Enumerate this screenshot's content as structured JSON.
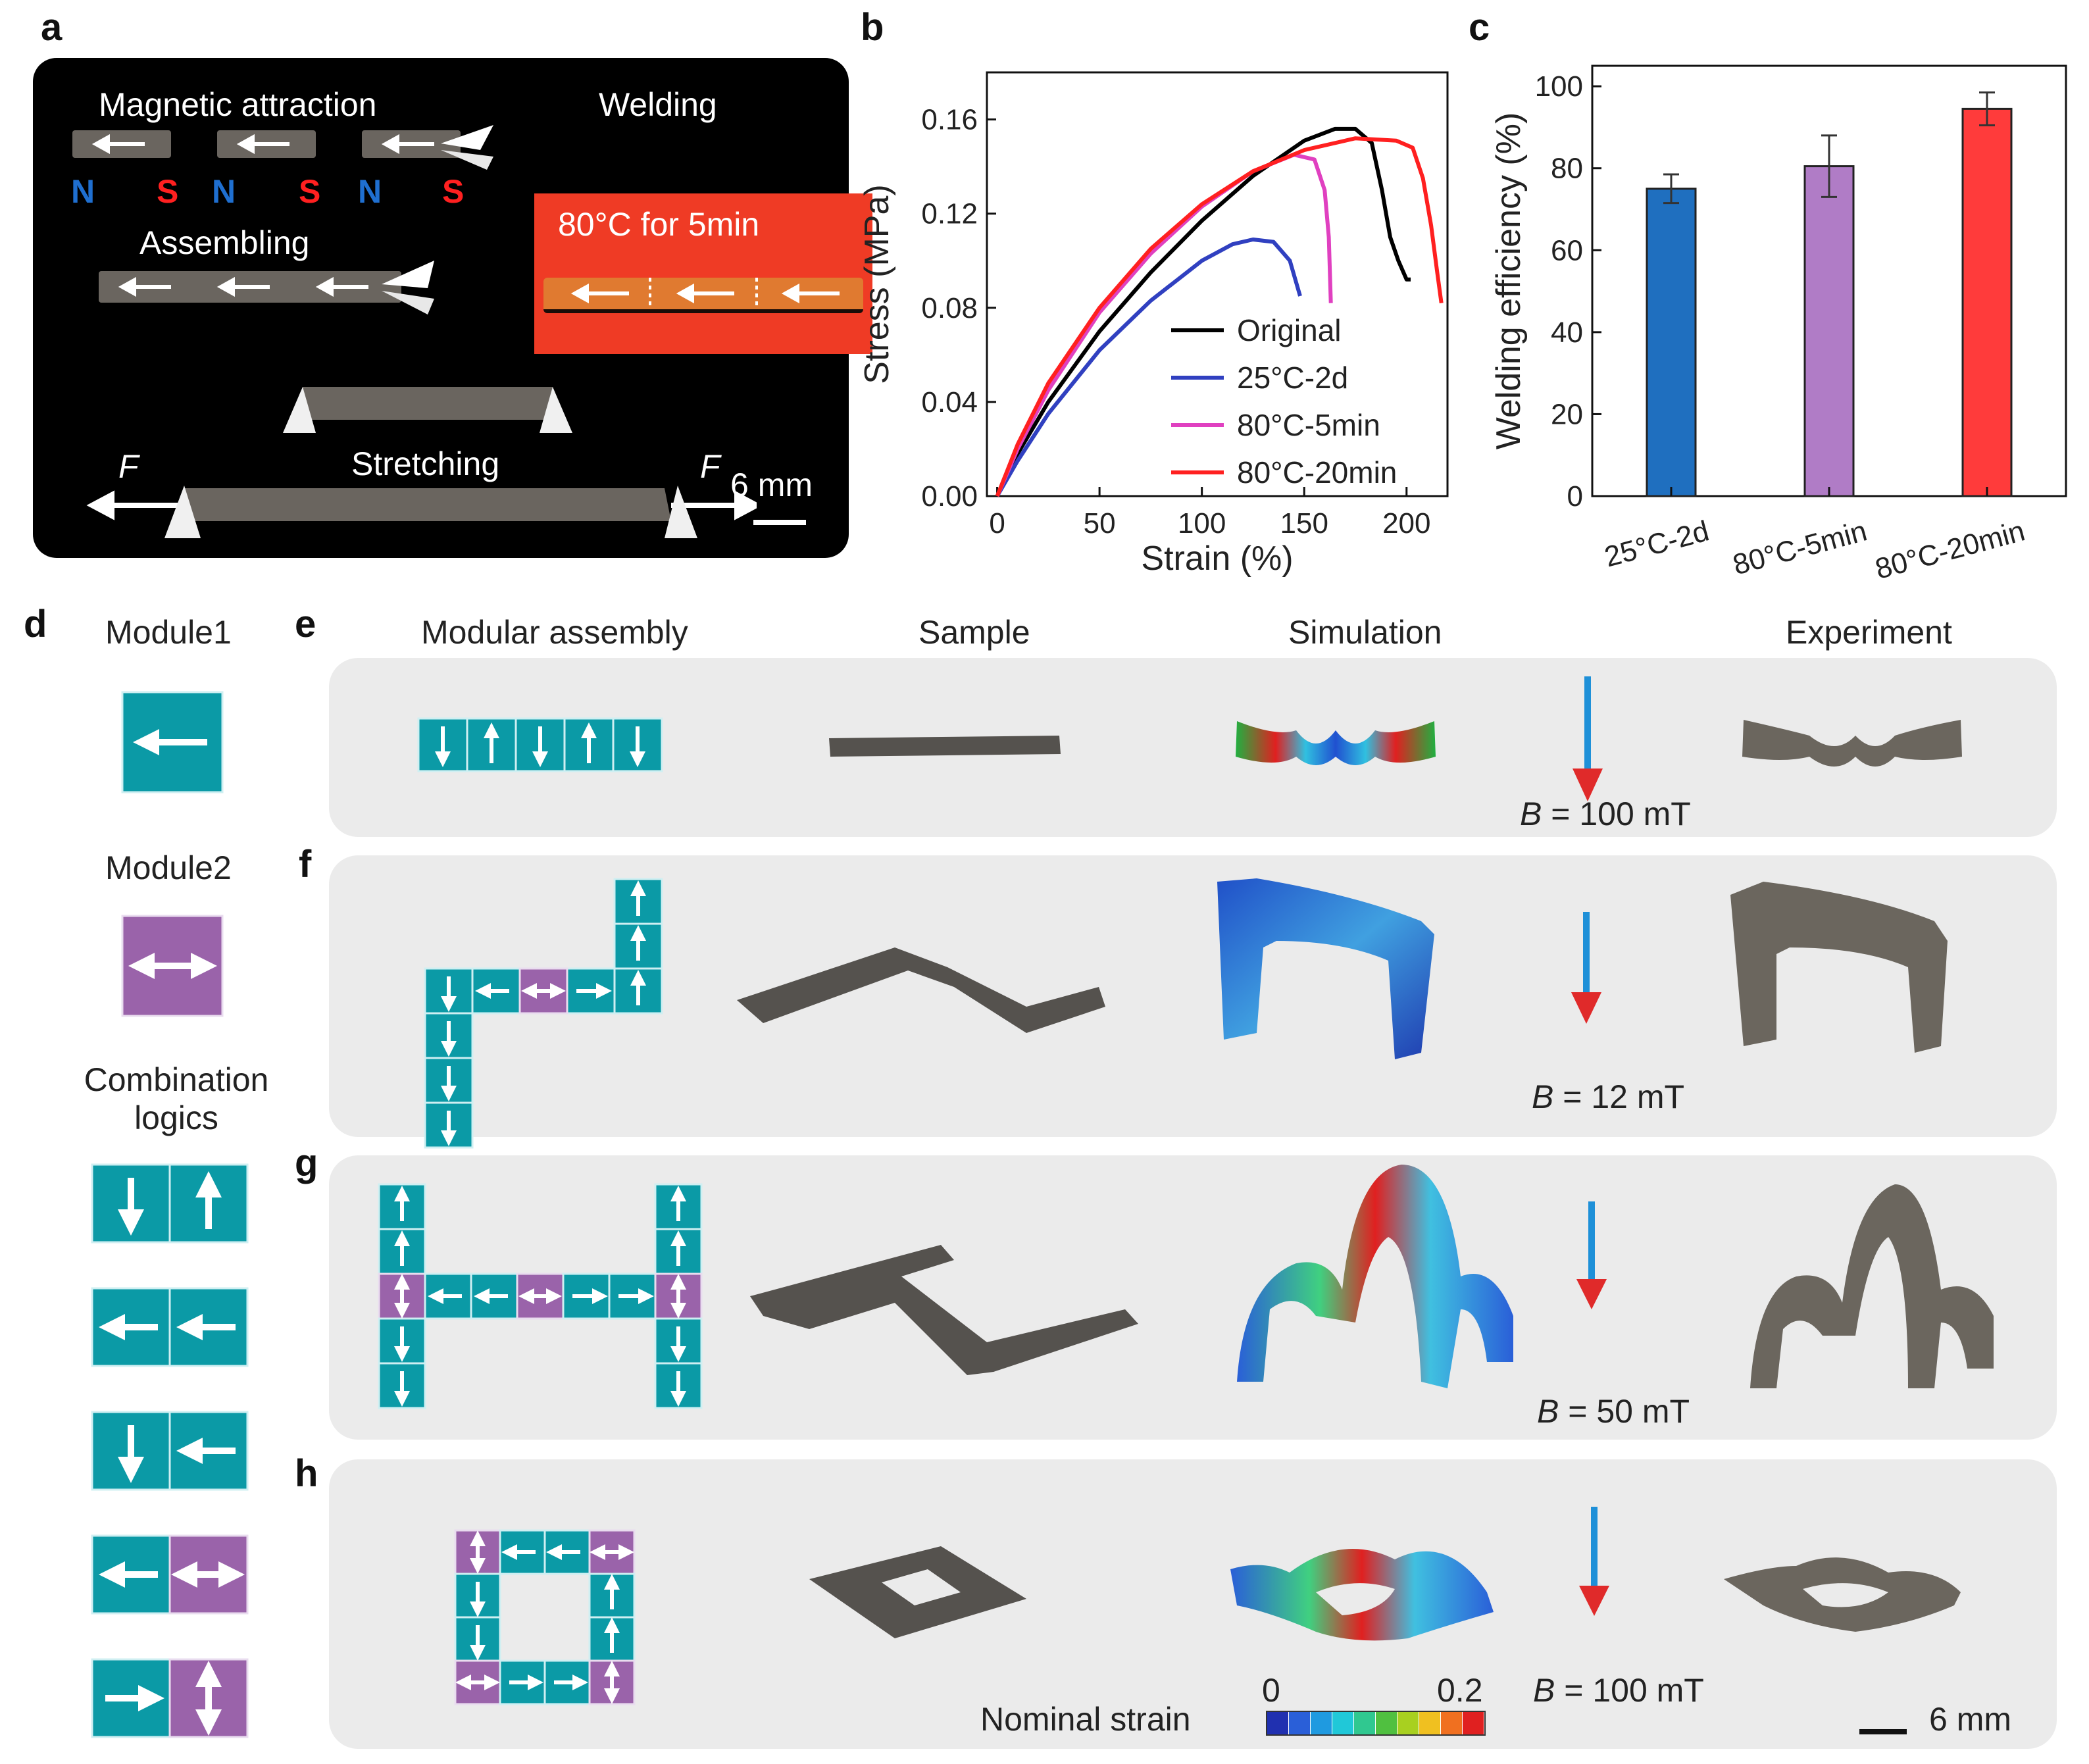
{
  "panel_labels": {
    "a": "a",
    "b": "b",
    "c": "c",
    "d": "d",
    "e": "e",
    "f": "f",
    "g": "g",
    "h": "h"
  },
  "panel_a": {
    "magnetic_attraction": "Magnetic attraction",
    "welding": "Welding",
    "weld_condition": "80°C for 5min",
    "assembling": "Assembling",
    "stretching": "Stretching",
    "force_left": "F",
    "force_right": "F",
    "scale": "6 mm",
    "poles": [
      "N",
      "S",
      "N",
      "S",
      "N",
      "S"
    ],
    "colors": {
      "north": "#1f6fd0",
      "south": "#ff2020",
      "weld_bg": "#ef3b25"
    }
  },
  "chart_data": [
    {
      "type": "line",
      "id": "b",
      "xlabel": "Strain (%)",
      "ylabel": "Stress (MPa)",
      "xlim": [
        -5,
        220
      ],
      "ylim": [
        0,
        0.18
      ],
      "xticks": [
        "0",
        "50",
        "100",
        "150",
        "200"
      ],
      "yticks": [
        "0.00",
        "0.04",
        "0.08",
        "0.12",
        "0.16"
      ],
      "legend_position": "bottom-right",
      "series": [
        {
          "name": "Original",
          "color": "#000000",
          "points": [
            [
              0,
              0
            ],
            [
              10,
              0.018
            ],
            [
              25,
              0.04
            ],
            [
              50,
              0.07
            ],
            [
              75,
              0.095
            ],
            [
              100,
              0.117
            ],
            [
              125,
              0.136
            ],
            [
              150,
              0.151
            ],
            [
              165,
              0.156
            ],
            [
              175,
              0.156
            ],
            [
              183,
              0.15
            ],
            [
              188,
              0.13
            ],
            [
              192,
              0.11
            ],
            [
              196,
              0.1
            ],
            [
              200,
              0.092
            ],
            [
              202,
              0.092
            ]
          ]
        },
        {
          "name": "25°C-2d",
          "color": "#3040c0",
          "points": [
            [
              0,
              0
            ],
            [
              10,
              0.015
            ],
            [
              25,
              0.035
            ],
            [
              50,
              0.062
            ],
            [
              75,
              0.083
            ],
            [
              100,
              0.1
            ],
            [
              115,
              0.107
            ],
            [
              125,
              0.109
            ],
            [
              135,
              0.108
            ],
            [
              143,
              0.1
            ],
            [
              148,
              0.085
            ]
          ]
        },
        {
          "name": "80°C-5min",
          "color": "#e040c0",
          "points": [
            [
              0,
              0
            ],
            [
              10,
              0.02
            ],
            [
              25,
              0.045
            ],
            [
              50,
              0.078
            ],
            [
              75,
              0.103
            ],
            [
              100,
              0.123
            ],
            [
              125,
              0.138
            ],
            [
              145,
              0.145
            ],
            [
              155,
              0.143
            ],
            [
              160,
              0.13
            ],
            [
              162,
              0.11
            ],
            [
              163,
              0.082
            ]
          ]
        },
        {
          "name": "80°C-20min",
          "color": "#ff2020",
          "points": [
            [
              0,
              0
            ],
            [
              10,
              0.022
            ],
            [
              25,
              0.048
            ],
            [
              50,
              0.08
            ],
            [
              75,
              0.105
            ],
            [
              100,
              0.124
            ],
            [
              125,
              0.138
            ],
            [
              150,
              0.147
            ],
            [
              175,
              0.152
            ],
            [
              195,
              0.151
            ],
            [
              203,
              0.148
            ],
            [
              208,
              0.135
            ],
            [
              212,
              0.115
            ],
            [
              215,
              0.095
            ],
            [
              217,
              0.082
            ]
          ]
        }
      ]
    },
    {
      "type": "bar",
      "id": "c",
      "ylabel": "Welding efficiency (%)",
      "ylim": [
        0,
        105
      ],
      "yticks": [
        "0",
        "20",
        "40",
        "60",
        "80",
        "100"
      ],
      "categories": [
        "25°C-2d",
        "80°C-5min",
        "80°C-20min"
      ],
      "values": [
        75,
        80.5,
        94.5
      ],
      "errors": [
        3.5,
        7.5,
        4
      ],
      "colors": [
        "#1f6fbf",
        "#b07cc6",
        "#ff3b3b"
      ]
    }
  ],
  "panel_d": {
    "module1": "Module1",
    "module2": "Module2",
    "combination_line1": "Combination",
    "combination_line2": "logics"
  },
  "column_headers": {
    "modular": "Modular assembly",
    "sample": "Sample",
    "simulation": "Simulation",
    "experiment": "Experiment"
  },
  "field_labels": {
    "e": {
      "sym": "B",
      "rest": " = 100 mT"
    },
    "f": {
      "sym": "B",
      "rest": " = 12 mT"
    },
    "g": {
      "sym": "B",
      "rest": " = 50 mT"
    },
    "h": {
      "sym": "B",
      "rest": " = 100 mT"
    }
  },
  "colorbar": {
    "label": "Nominal strain",
    "min": "0",
    "max": "0.2",
    "colors": [
      "#2030b0",
      "#2a5fd8",
      "#1f9ae0",
      "#20c8d8",
      "#30c890",
      "#50c040",
      "#a8d020",
      "#f0c020",
      "#f07020",
      "#e02020"
    ]
  },
  "scale_bar": "6 mm",
  "module_colors": {
    "teal": "#0b9aa6",
    "purple": "#9a63aa",
    "row_bg": "#ebebeb",
    "field_arrow_top": "#1e90d8",
    "field_arrow_bottom": "#e02a2a"
  }
}
